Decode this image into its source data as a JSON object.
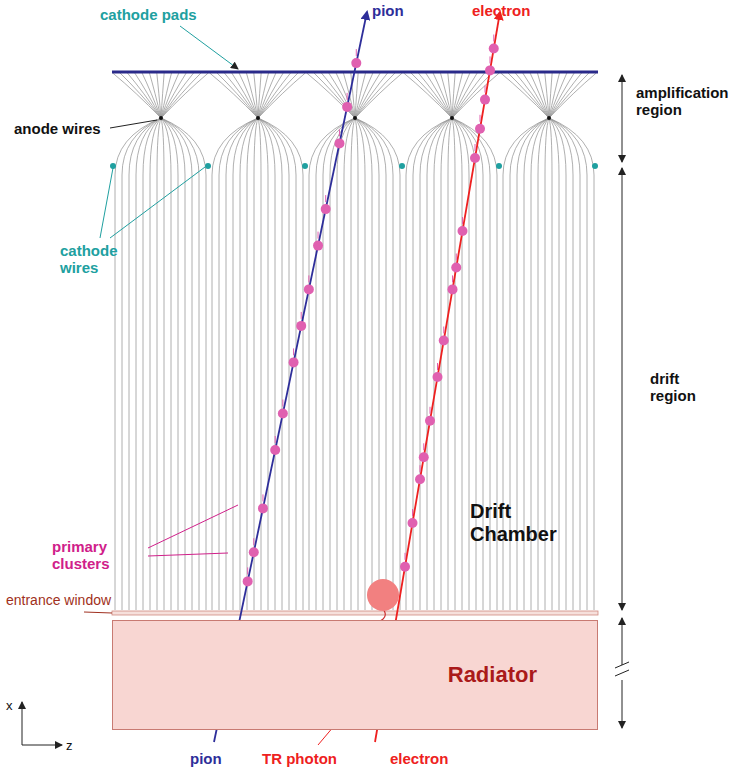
{
  "diagram": {
    "nodes": [
      {
        "text": [
          "Radiator"
        ]
      }
    ],
    "labels": [
      "cathode pads",
      "pion",
      "electron",
      "amplification region",
      "anode wires",
      "cathode wires",
      "drift region",
      "primary clusters",
      "Drift Chamber",
      "entrance window",
      "x",
      "z",
      "pion",
      "TR photon",
      "electron"
    ]
  }
}
